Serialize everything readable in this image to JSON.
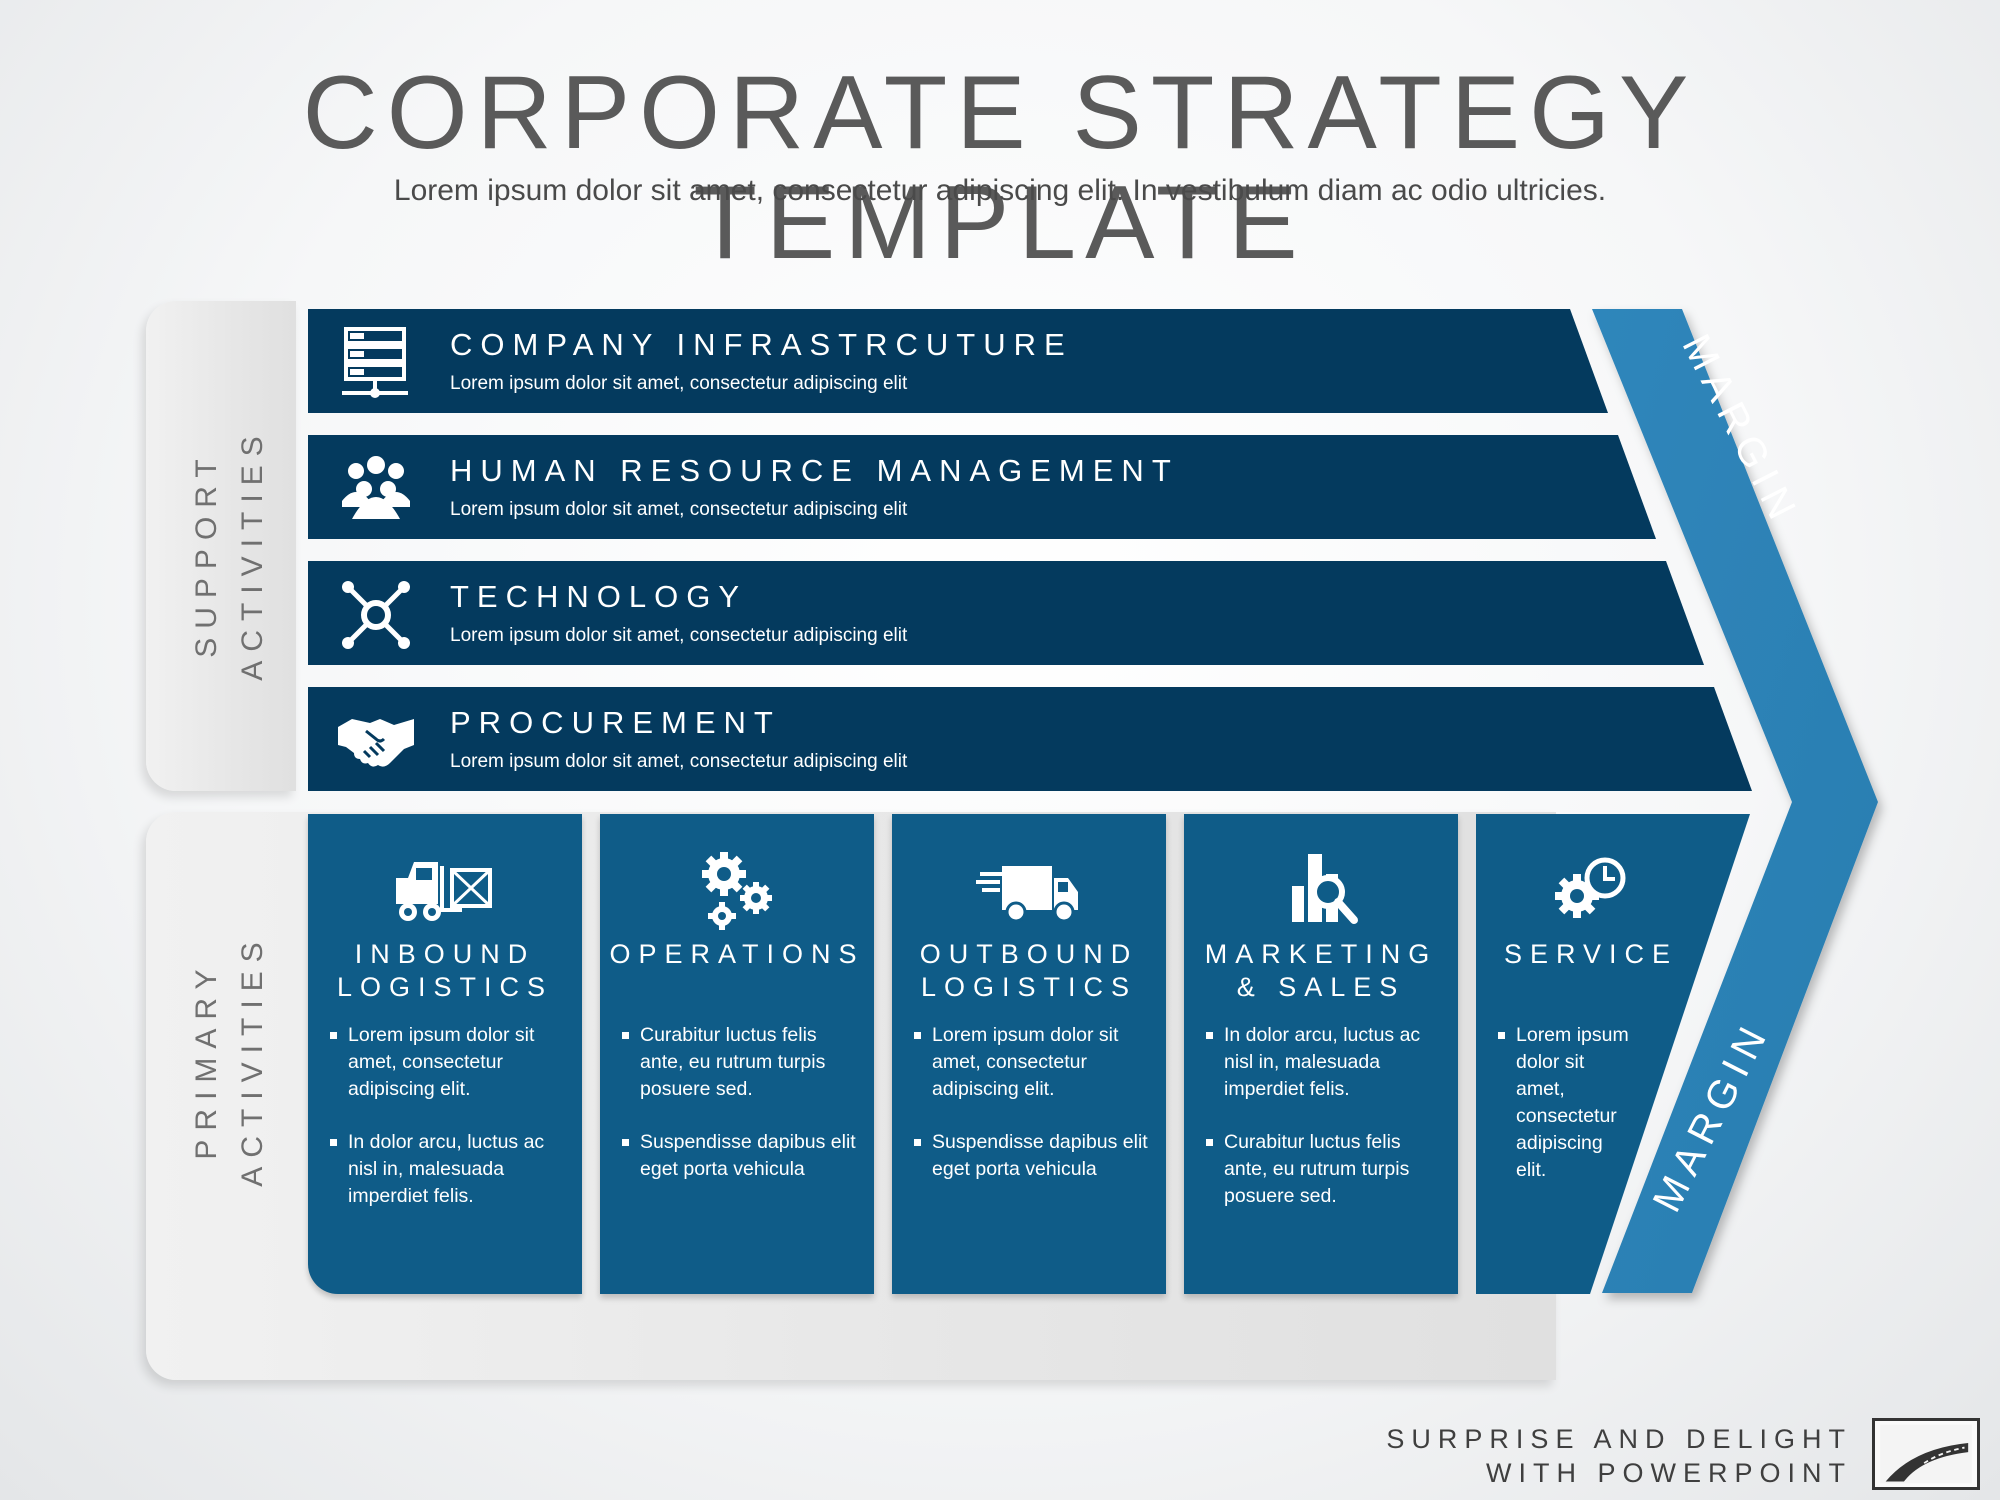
{
  "header": {
    "title": "CORPORATE STRATEGY TEMPLATE",
    "subtitle": "Lorem ipsum dolor sit amet, consectetur adipiscing elit. In vestibulum diam ac odio ultricies."
  },
  "labels": {
    "support": [
      "SUPPORT",
      "ACTIVITIES"
    ],
    "primary": [
      "PRIMARY",
      "ACTIVITIES"
    ],
    "margin_top": "MARGIN",
    "margin_bottom": "MARGIN"
  },
  "support_activities": [
    {
      "title": "COMPANY INFRASTRCUTURE",
      "desc": "Lorem ipsum dolor sit amet, consectetur adipiscing elit",
      "icon": "server-icon"
    },
    {
      "title": "HUMAN RESOURCE MANAGEMENT",
      "desc": "Lorem ipsum dolor sit amet, consectetur adipiscing elit",
      "icon": "people-icon"
    },
    {
      "title": "TECHNOLOGY",
      "desc": "Lorem ipsum dolor sit amet, consectetur adipiscing elit",
      "icon": "network-icon"
    },
    {
      "title": "PROCUREMENT",
      "desc": "Lorem ipsum dolor sit amet, consectetur adipiscing elit",
      "icon": "handshake-icon"
    }
  ],
  "primary_activities": [
    {
      "title": [
        "INBOUND",
        "LOGISTICS"
      ],
      "icon": "forklift-icon",
      "bullets": [
        "Lorem ipsum dolor sit amet, consectetur adipiscing elit.",
        "In dolor arcu, luctus ac nisl in, malesuada imperdiet felis."
      ]
    },
    {
      "title": [
        "OPERATIONS"
      ],
      "icon": "gears-icon",
      "bullets": [
        "Curabitur luctus felis ante, eu rutrum turpis posuere sed.",
        "Suspendisse dapibus elit eget porta vehicula"
      ]
    },
    {
      "title": [
        "OUTBOUND",
        "LOGISTICS"
      ],
      "icon": "delivery-truck-icon",
      "bullets": [
        "Lorem ipsum dolor sit amet, consectetur adipiscing elit.",
        "Suspendisse dapibus elit eget porta vehicula"
      ]
    },
    {
      "title": [
        "MARKETING",
        "& SALES"
      ],
      "icon": "chart-magnifier-icon",
      "bullets": [
        "In dolor arcu, luctus ac nisl in, malesuada imperdiet felis.",
        "Curabitur luctus felis ante, eu rutrum turpis posuere sed."
      ]
    },
    {
      "title": [
        "SERVICE"
      ],
      "icon": "gear-clock-icon",
      "bullets": [
        "Lorem ipsum dolor sit amet, consectetur adipiscing elit."
      ]
    }
  ],
  "footer": {
    "line1": "SURPRISE AND DELIGHT",
    "line2": "WITH POWERPOINT"
  },
  "colors": {
    "dark_navy": "#043a5e",
    "primary_blue": "#0f5c88",
    "margin_blue": "#2f86bb",
    "background": "#f4f5f6"
  }
}
